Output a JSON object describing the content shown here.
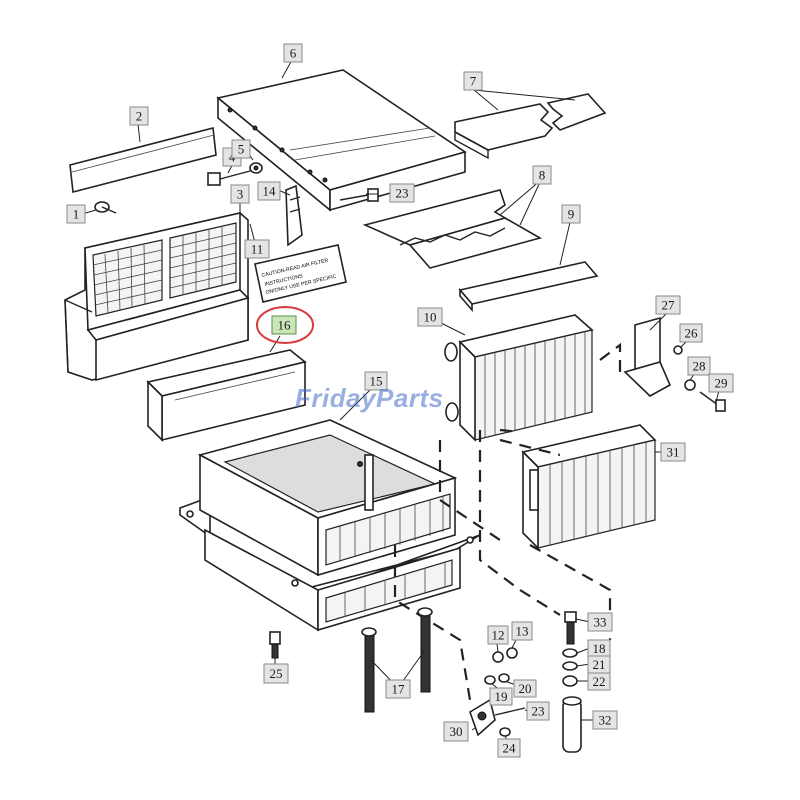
{
  "diagram": {
    "watermark": "FridayParts",
    "warning_label_lines": [
      "CAUTION-READ AIR FILTER",
      "INSTRUCTIONS",
      "ON/ONLY USE PER SPECIFIC"
    ],
    "highlight_color": "#d93a3a",
    "callouts": [
      {
        "id": "c1",
        "label": "1"
      },
      {
        "id": "c2",
        "label": "2"
      },
      {
        "id": "c3",
        "label": "3"
      },
      {
        "id": "c4",
        "label": "4"
      },
      {
        "id": "c5",
        "label": "5"
      },
      {
        "id": "c6",
        "label": "6"
      },
      {
        "id": "c7",
        "label": "7"
      },
      {
        "id": "c8",
        "label": "8"
      },
      {
        "id": "c9",
        "label": "9"
      },
      {
        "id": "c10",
        "label": "10"
      },
      {
        "id": "c11",
        "label": "11"
      },
      {
        "id": "c12",
        "label": "12"
      },
      {
        "id": "c13",
        "label": "13"
      },
      {
        "id": "c14",
        "label": "14"
      },
      {
        "id": "c15",
        "label": "15"
      },
      {
        "id": "c16",
        "label": "16",
        "highlighted": true
      },
      {
        "id": "c17",
        "label": "17"
      },
      {
        "id": "c18",
        "label": "18"
      },
      {
        "id": "c19",
        "label": "19"
      },
      {
        "id": "c20",
        "label": "20"
      },
      {
        "id": "c21",
        "label": "21"
      },
      {
        "id": "c22",
        "label": "22"
      },
      {
        "id": "c23a",
        "label": "23"
      },
      {
        "id": "c23b",
        "label": "23"
      },
      {
        "id": "c24",
        "label": "24"
      },
      {
        "id": "c25",
        "label": "25"
      },
      {
        "id": "c26",
        "label": "26"
      },
      {
        "id": "c27",
        "label": "27"
      },
      {
        "id": "c28",
        "label": "28"
      },
      {
        "id": "c29",
        "label": "29"
      },
      {
        "id": "c30",
        "label": "30"
      },
      {
        "id": "c31",
        "label": "31"
      },
      {
        "id": "c32",
        "label": "32"
      },
      {
        "id": "c33",
        "label": "33"
      }
    ]
  }
}
